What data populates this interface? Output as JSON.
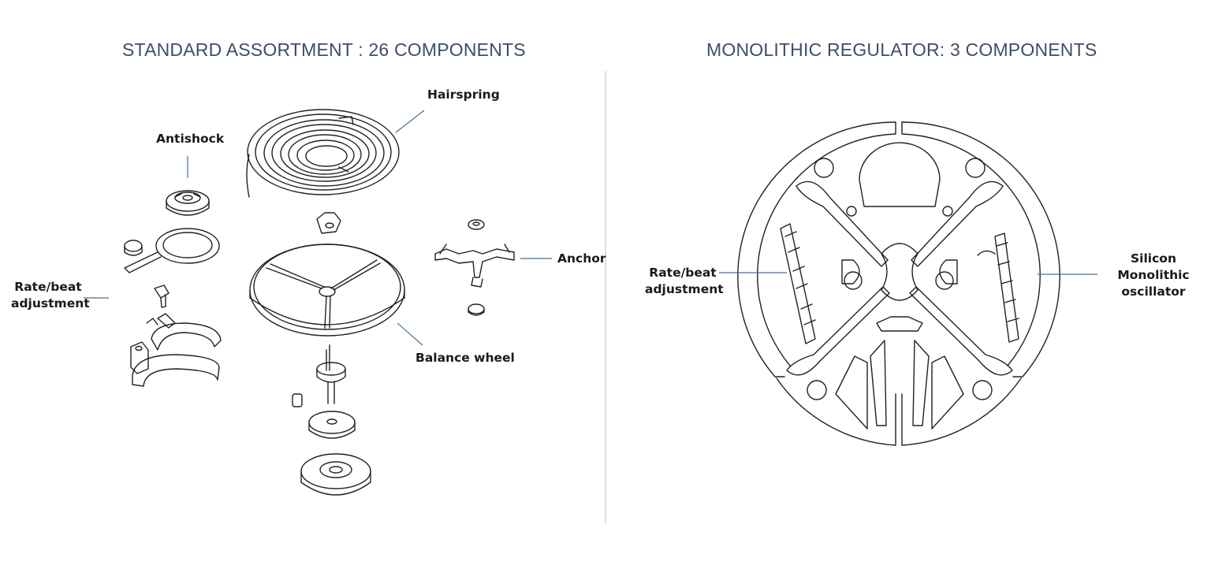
{
  "colors": {
    "title": "#3d4e66",
    "leader": "#4a6f95",
    "divider": "#c8c8c8",
    "ink": "#222222"
  },
  "left_panel": {
    "title": "STANDARD ASSORTMENT : 26 COMPONENTS",
    "labels": {
      "hairspring": "Hairspring",
      "antishock": "Antishock",
      "anchor": "Anchor",
      "rate_beat_line1": "Rate/beat",
      "rate_beat_line2": "adjustment",
      "balance_wheel": "Balance wheel"
    }
  },
  "right_panel": {
    "title": "MONOLITHIC REGULATOR: 3 COMPONENTS",
    "labels": {
      "rate_beat_line1": "Rate/beat",
      "rate_beat_line2": "adjustment",
      "oscillator_line1": "Silicon",
      "oscillator_line2": "Monolithic",
      "oscillator_line3": "oscillator"
    }
  }
}
